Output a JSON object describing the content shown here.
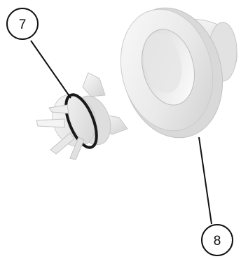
{
  "callouts": [
    {
      "id": "part-7",
      "label": "7"
    },
    {
      "id": "part-8",
      "label": "8"
    }
  ],
  "colors": {
    "line": "#111111",
    "part_light": "#f2f2f2",
    "part_mid": "#dcdcdc",
    "part_dark": "#bdbdbd",
    "oring": "#1a1a1a"
  }
}
